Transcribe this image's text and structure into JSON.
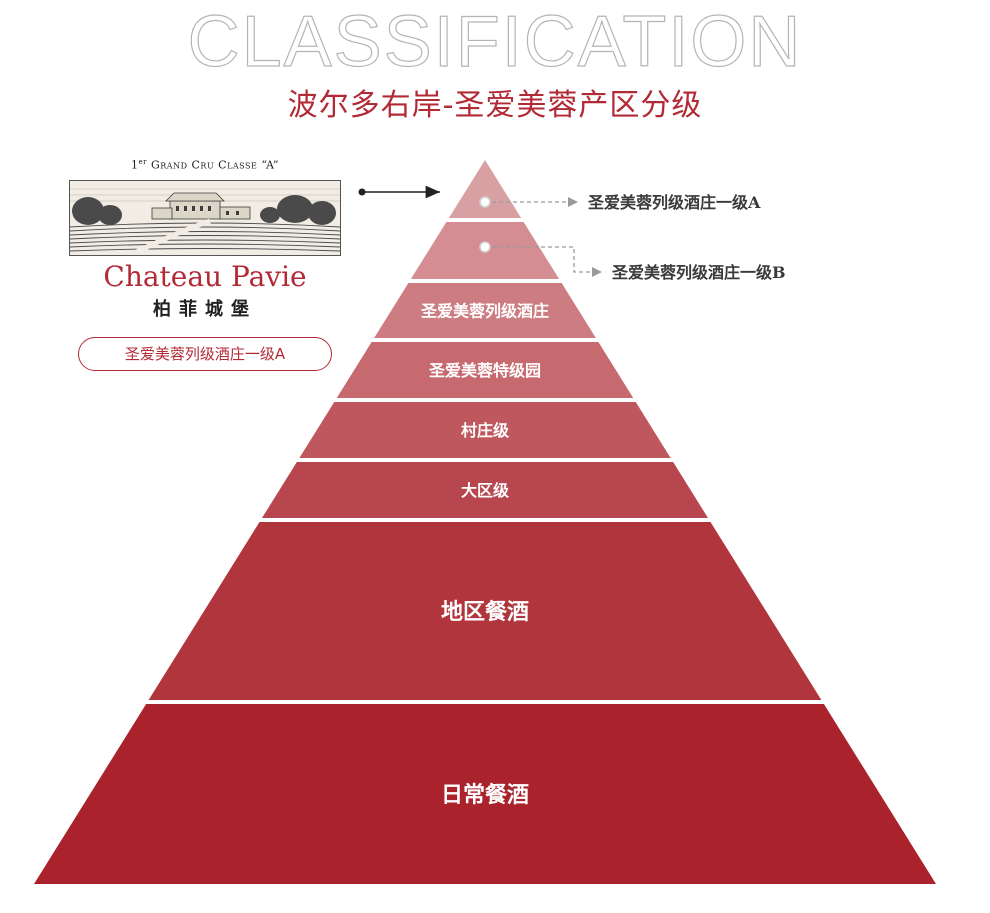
{
  "header": {
    "title_en": "CLASSIFICATION",
    "title_cn": "波尔多右岸-圣爱美蓉产区分级"
  },
  "chateau": {
    "grand_cru_ordinal": "1",
    "grand_cru_superscript": "er",
    "grand_cru_rest": "Grand Cru Classe “A”",
    "name": "Chateau Pavie",
    "name_cn": "柏菲城堡",
    "badge": "圣爱美蓉列级酒庄一级A"
  },
  "pyramid": {
    "tiers": [
      {
        "label": "",
        "color": "#d9a0a4"
      },
      {
        "label": "",
        "color": "#d48e93"
      },
      {
        "label": "圣爱美蓉列级酒庄",
        "color": "#cd7c82"
      },
      {
        "label": "圣爱美蓉特级园",
        "color": "#c66a70"
      },
      {
        "label": "村庄级",
        "color": "#bf575e"
      },
      {
        "label": "大区级",
        "color": "#b8464e"
      },
      {
        "label": "地区餐酒",
        "color": "#b1353d"
      },
      {
        "label": "日常餐酒",
        "color": "#a9222c"
      }
    ],
    "callouts": [
      {
        "label": "圣爱美蓉列级酒庄一级A"
      },
      {
        "label": "圣爱美蓉列级酒庄一级B"
      }
    ]
  }
}
